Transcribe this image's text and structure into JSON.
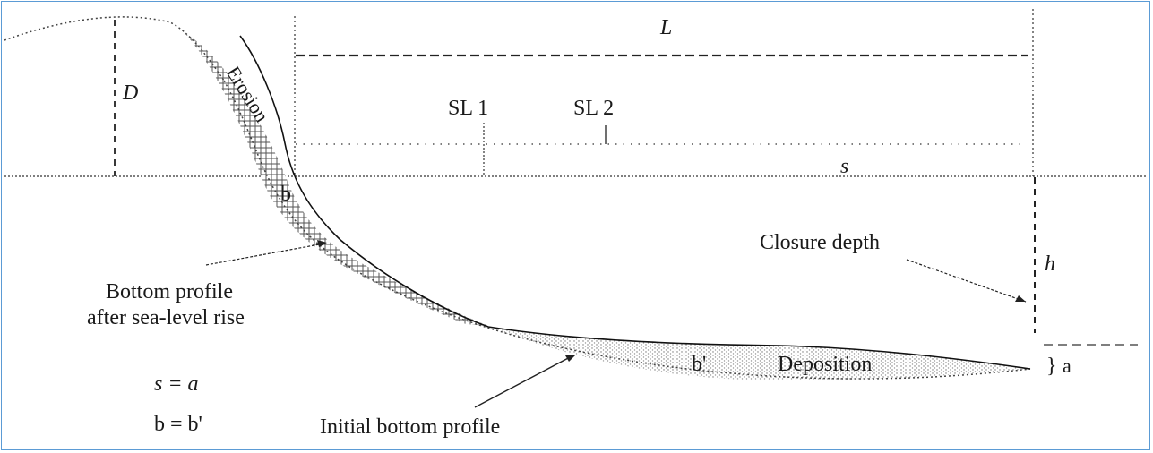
{
  "labels": {
    "L": "L",
    "D": "D",
    "h": "h",
    "s": "s",
    "a": "a",
    "b": "b",
    "b_prime": "b'",
    "sl1": "SL 1",
    "sl2": "SL 2",
    "erosion": "Erosion",
    "deposition": "Deposition",
    "closure_depth": "Closure depth",
    "bottom_after_line1": "Bottom profile",
    "bottom_after_line2": "after sea-level rise",
    "initial_profile": "Initial bottom profile",
    "eq1": "s = a",
    "eq2": "b = b'"
  }
}
